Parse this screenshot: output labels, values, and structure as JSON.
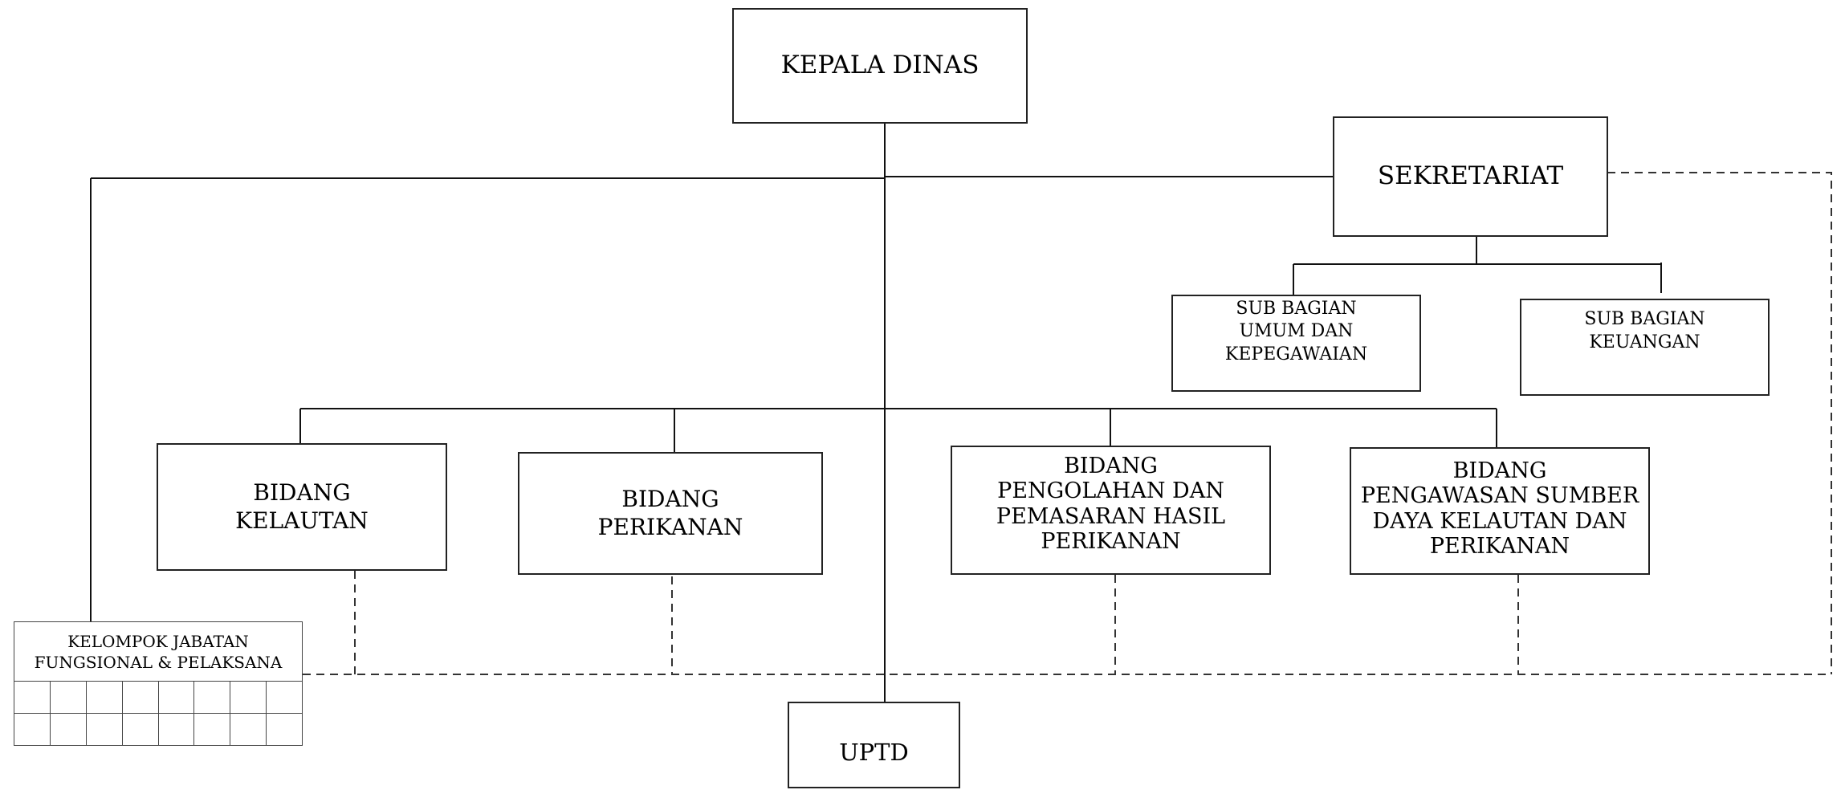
{
  "kepala_dinas": "KEPALA DINAS",
  "sekretariat": "SEKRETARIAT",
  "sub_bagian_umum": "SUB BAGIAN\nUMUM DAN\nKEPEGAWAIAN",
  "sub_bagian_keuangan": "SUB BAGIAN\nKEUANGAN",
  "bidang_kelautan": "BIDANG\nKELAUTAN",
  "bidang_perikanan": "BIDANG\nPERIKANAN",
  "bidang_pengolahan": "BIDANG\nPENGOLAHAN DAN\nPEMASARAN HASIL\nPERIKANAN",
  "bidang_pengawasan": "BIDANG\nPENGAWASAN SUMBER\nDAYA KELAUTAN DAN\nPERIKANAN",
  "kelompok_jabatan": "KELOMPOK JABATAN\nFUNGSIONAL & PELAKSANA",
  "uptd": "UPTD"
}
